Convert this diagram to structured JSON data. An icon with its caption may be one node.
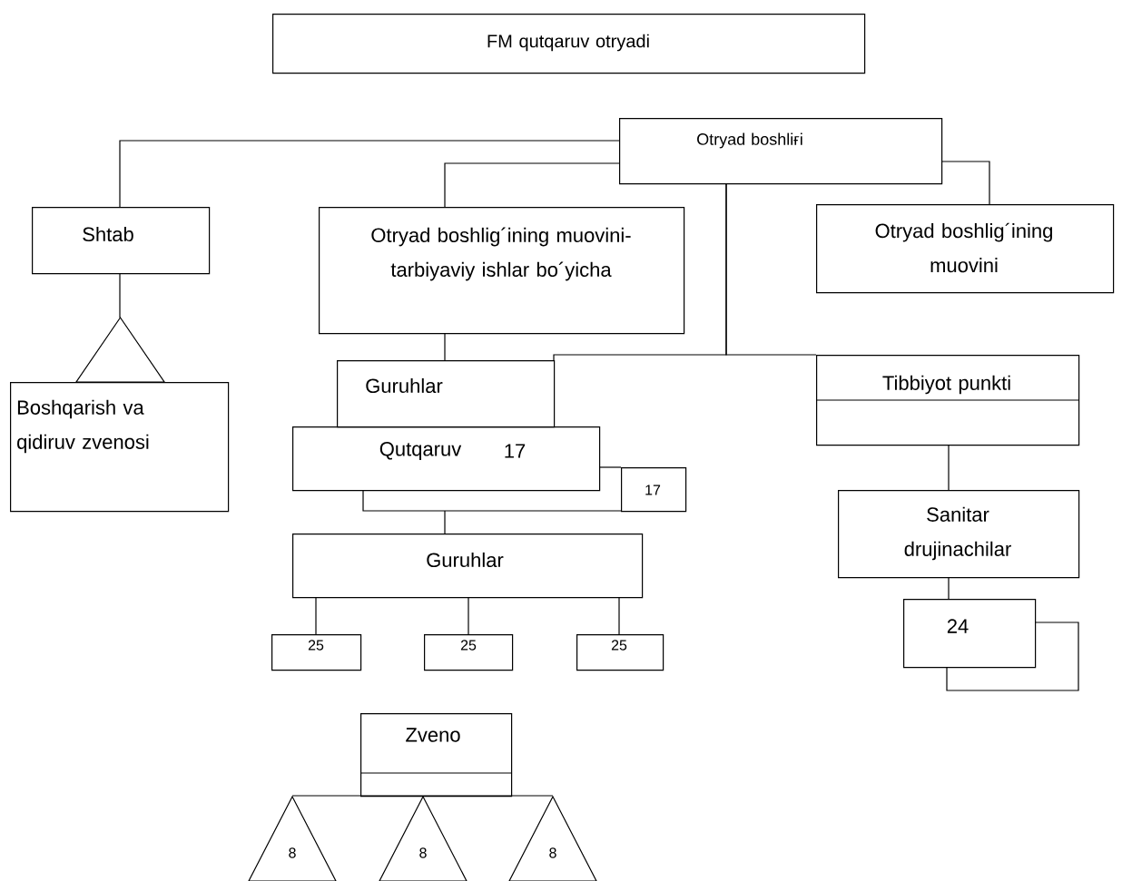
{
  "diagram": {
    "nodes": [
      {
        "text": [
          "FM qutqaruv otryadi"
        ]
      },
      {
        "text": [
          "Otryad boshliғi"
        ]
      },
      {
        "text": [
          "Shtab"
        ]
      },
      {
        "text": [
          "Otryad boshlig´ining muovini- tarbiyaviy ishlar bo´yicha"
        ]
      },
      {
        "text": [
          "Otryad boshlig´ining muovini"
        ]
      },
      {
        "text": [],
        "shape": "triangle"
      },
      {
        "text": [
          "Boshqarish va qidiruv zvenosi"
        ]
      },
      {
        "text": [
          "Guruhlar"
        ]
      },
      {
        "text": [
          "Qutqaruv",
          "17"
        ]
      },
      {
        "text": [
          "17"
        ]
      },
      {
        "text": [
          "Guruhlar"
        ]
      },
      {
        "text": [
          "25"
        ]
      },
      {
        "text": [
          "25"
        ]
      },
      {
        "text": [
          "25"
        ]
      },
      {
        "text": [
          "Tibbiyot punkti"
        ]
      },
      {
        "text": [
          "Sanitar drujinachilar"
        ]
      },
      {
        "text": [
          "24"
        ]
      },
      {
        "text": [
          "Zveno"
        ]
      },
      {
        "text": [
          "8"
        ]
      },
      {
        "text": [
          "8"
        ]
      },
      {
        "text": [
          "8"
        ]
      }
    ],
    "edges": [
      {
        "from": 1,
        "to": 2,
        "arrow": "none"
      },
      {
        "from": 1,
        "to": 3,
        "arrow": "none"
      },
      {
        "from": 1,
        "to": 4,
        "arrow": "none"
      },
      {
        "from": 1,
        "to": 7,
        "arrow": "none"
      },
      {
        "from": 1,
        "to": 14,
        "arrow": "none"
      },
      {
        "from": 2,
        "to": 5,
        "arrow": "none"
      },
      {
        "from": 3,
        "to": 7,
        "arrow": "none"
      },
      {
        "from": 8,
        "to": 9,
        "arrow": "none"
      },
      {
        "from": 8,
        "to": 10,
        "arrow": "none"
      },
      {
        "from": 10,
        "to": 11,
        "arrow": "none"
      },
      {
        "from": 10,
        "to": 12,
        "arrow": "none"
      },
      {
        "from": 10,
        "to": 13,
        "arrow": "none"
      },
      {
        "from": 14,
        "to": 15,
        "arrow": "none"
      },
      {
        "from": 15,
        "to": 16,
        "arrow": "none"
      },
      {
        "from": 17,
        "to": 18,
        "arrow": "none"
      },
      {
        "from": 17,
        "to": 19,
        "arrow": "none"
      },
      {
        "from": 17,
        "to": 20,
        "arrow": "none"
      },
      {
        "from": 8,
        "to": 9,
        "arrow": "none"
      }
    ]
  }
}
